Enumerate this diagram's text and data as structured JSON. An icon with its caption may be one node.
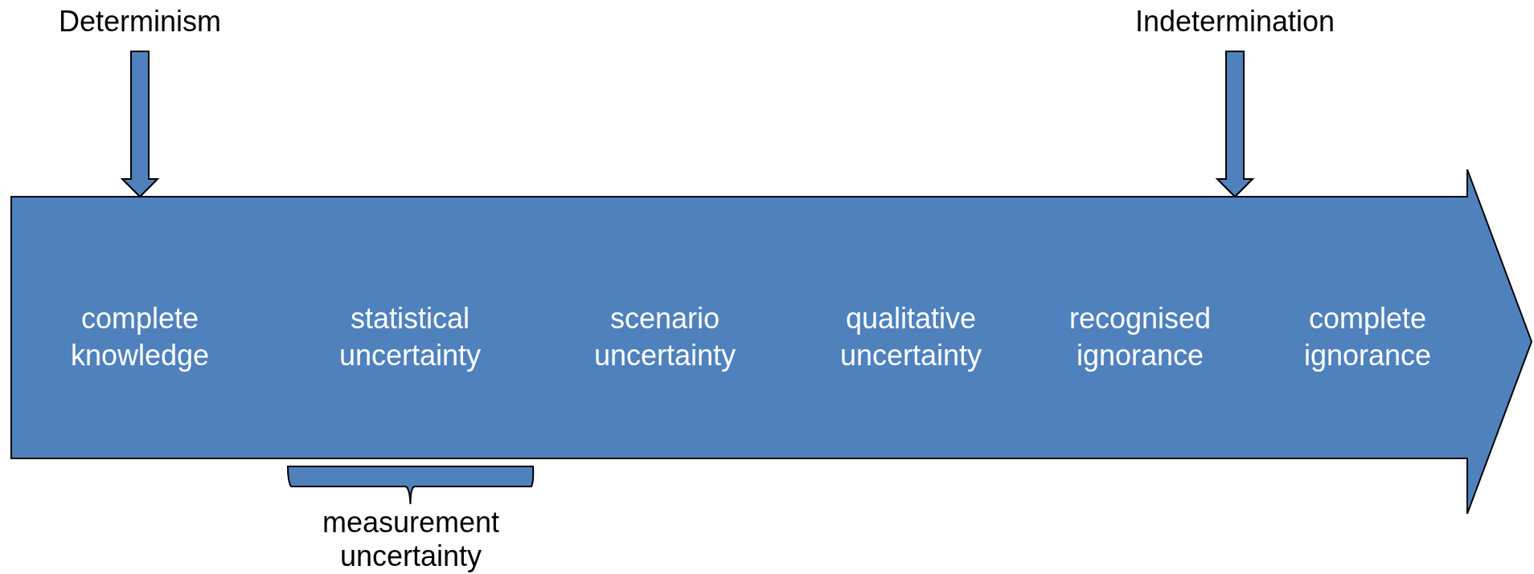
{
  "diagram": {
    "nodes": [
      {
        "text": [
          "Determinism"
        ]
      },
      {
        "text": [
          "Indetermination"
        ]
      },
      {
        "text": [],
        "shape": "arrow"
      },
      {
        "text": [
          "complete knowledge"
        ],
        "in": 2
      },
      {
        "text": [
          "statistical uncertainty"
        ],
        "in": 2
      },
      {
        "text": [
          "scenario uncertainty"
        ],
        "in": 2
      },
      {
        "text": [
          "qualitative uncertainty"
        ],
        "in": 2
      },
      {
        "text": [
          "recognised ignorance"
        ],
        "in": 2
      },
      {
        "text": [
          "complete ignorance"
        ],
        "in": 2
      },
      {
        "text": [],
        "shape": "brace"
      }
    ],
    "edges": [
      {
        "from": 0,
        "to": 2,
        "arrow": "to"
      },
      {
        "from": 1,
        "to": 2,
        "arrow": "to"
      }
    ],
    "labels": [
      "measurement uncertainty"
    ]
  }
}
